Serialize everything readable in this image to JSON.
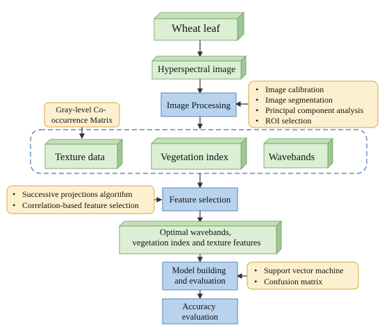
{
  "colors": {
    "green_front": "#dcefd5",
    "green_top": "#c3e0b8",
    "green_side": "#9ec793",
    "green_border": "#6a9a5e",
    "blue_fill": "#b8d3ee",
    "blue_border": "#5b84b6",
    "note_fill": "#fdf0cf",
    "note_border": "#d6a53f",
    "dashed_border": "#6088c2",
    "arrow": "#333333"
  },
  "nodes": {
    "wheat_leaf": {
      "label": "Wheat leaf",
      "icon": "3d-box"
    },
    "hyperspectral": {
      "label": "Hyperspectral image",
      "icon": "3d-box"
    },
    "image_processing": {
      "label": "Image Processing"
    },
    "texture": {
      "label": "Texture data",
      "icon": "3d-box"
    },
    "vegetation": {
      "label": "Vegetation index",
      "icon": "3d-box"
    },
    "wavebands": {
      "label": "Wavebands",
      "icon": "3d-box"
    },
    "feature_selection": {
      "label": "Feature selection"
    },
    "optimal": {
      "lines": [
        "Optimal wavebands,",
        "vegetation index and texture features"
      ],
      "icon": "3d-box"
    },
    "model": {
      "lines": [
        "Model building",
        "and evaluation"
      ]
    },
    "accuracy": {
      "lines": [
        "Accuracy",
        "evaluation"
      ]
    }
  },
  "notes": {
    "glcm": {
      "lines": [
        "Gray-level Co-",
        "occurrence Matrix"
      ]
    },
    "processing": {
      "items": [
        "Image calibration",
        "Image segmentation",
        "Principal component analysis",
        "ROI selection"
      ]
    },
    "selection": {
      "items": [
        "Successive projections algorithm",
        "Correlation-based feature selection"
      ]
    },
    "model": {
      "items": [
        "Support vector machine",
        "Confusion matrix"
      ]
    }
  },
  "bullet_glyph": "•"
}
